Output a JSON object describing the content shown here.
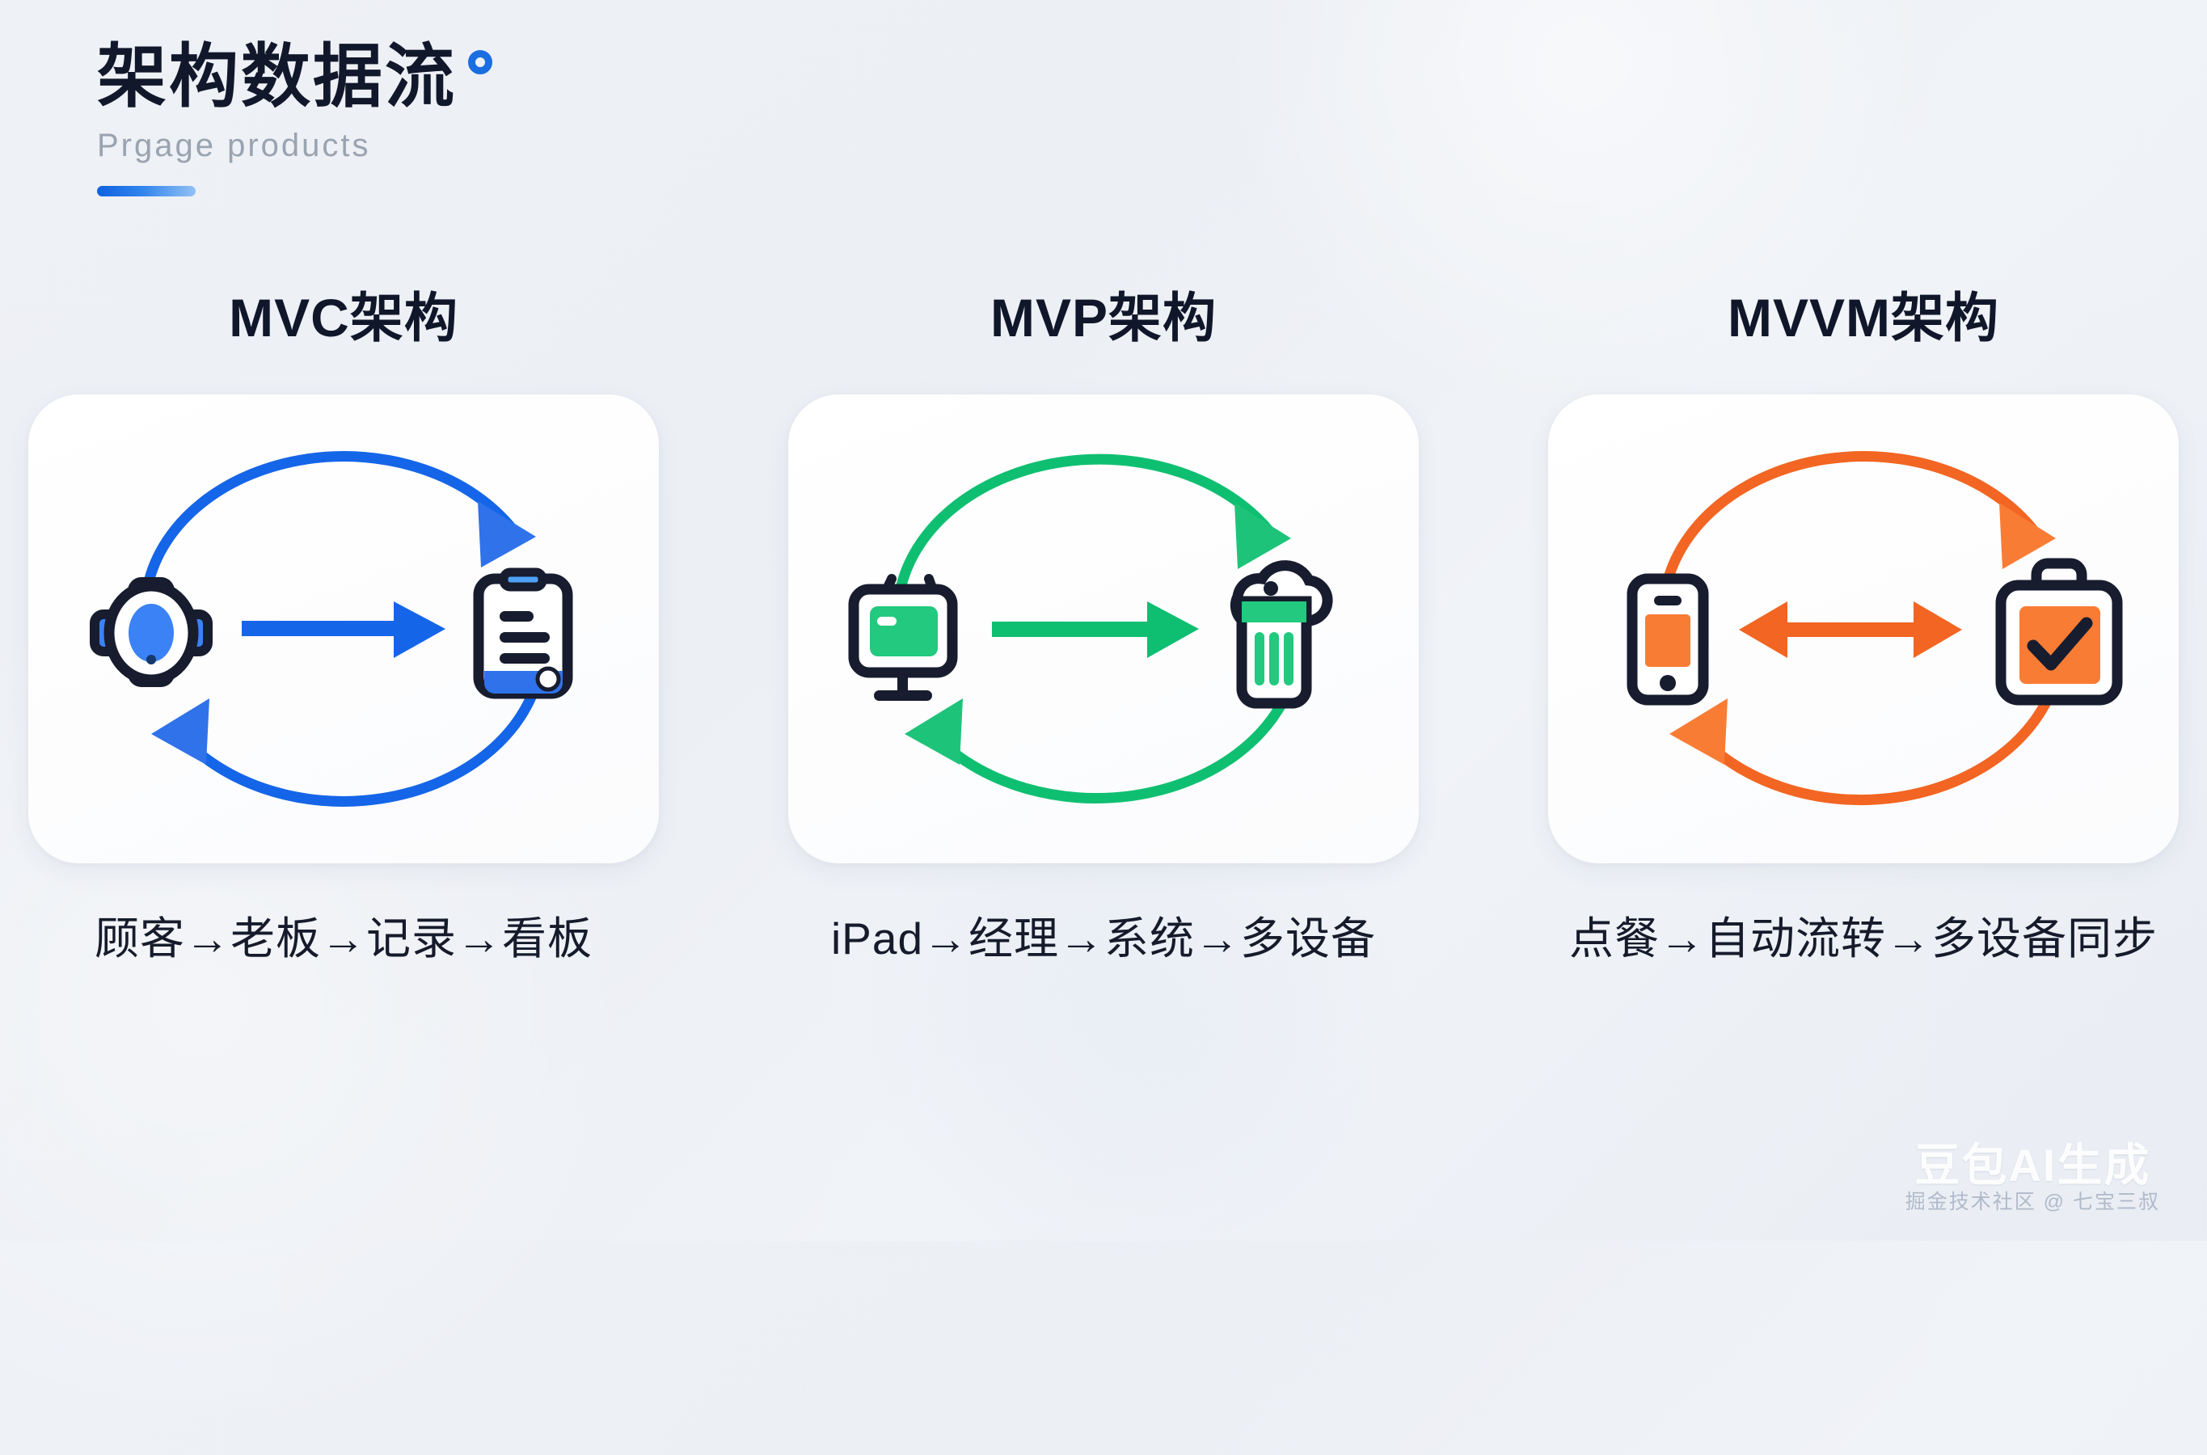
{
  "header": {
    "title": "架构数据流",
    "subtitle": "Prgage products",
    "accent_color": "#1a6ee0",
    "dot_icon": "ring-dot-icon"
  },
  "columns": [
    {
      "title": "MVC架构",
      "caption": "顾客→老板→记录→看板",
      "color": "#1565e8",
      "icon_fill": "#3b82f6",
      "left_icon": "round-table-icon",
      "right_icon": "clipboard-document-icon",
      "center_arrow": "arrow-right-icon",
      "top_arrow": "curved-arrow-clockwise-icon",
      "bottom_arrow": "curved-arrow-counterclockwise-icon"
    },
    {
      "title": "MVP架构",
      "caption": "iPad→经理→系统→多设备",
      "color": "#0fbf71",
      "icon_fill": "#22c97e",
      "left_icon": "monitor-screen-icon",
      "right_icon": "beer-mug-icon",
      "center_arrow": "arrow-right-icon",
      "top_arrow": "curved-arrow-clockwise-icon",
      "bottom_arrow": "curved-arrow-counterclockwise-icon"
    },
    {
      "title": "MVVM架构",
      "caption": "点餐→自动流转→多设备同步",
      "color": "#f26522",
      "icon_fill": "#f97c34",
      "left_icon": "smartphone-icon",
      "right_icon": "bag-check-icon",
      "center_arrow": "arrow-left-right-icon",
      "top_arrow": "curved-arrow-clockwise-icon",
      "bottom_arrow": "curved-arrow-counterclockwise-icon"
    }
  ],
  "watermark": {
    "main": "豆包AI生成",
    "sub": "掘金技术社区 @ 七宝三叔"
  }
}
